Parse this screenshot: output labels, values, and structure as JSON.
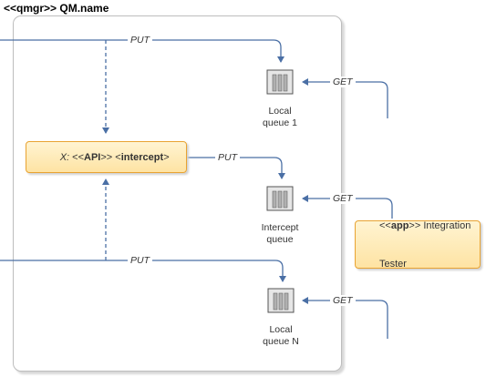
{
  "diagram": {
    "title": "<<qmgr>> QM.name",
    "intercept": {
      "prefix": "X: ",
      "stereo_open": "<<",
      "api": "API",
      "stereo_close": ">> ",
      "intercept_open": "<",
      "intercept_word": "intercept",
      "intercept_close": ">"
    },
    "tester": {
      "stereo_open": "<<",
      "app": "app",
      "stereo_close": ">> ",
      "name_line1": "Integration",
      "name_line2": "Tester"
    },
    "queues": [
      {
        "line1": "Local",
        "line2": "queue 1"
      },
      {
        "line1": "Intercept",
        "line2": "queue"
      },
      {
        "line1": "Local",
        "line2": "queue N"
      }
    ],
    "messages": {
      "put": "PUT",
      "get": "GET"
    },
    "colors": {
      "arrow": "#4a6fa5",
      "box_border": "#e8a332",
      "box_fill": "#fee3a3"
    }
  }
}
